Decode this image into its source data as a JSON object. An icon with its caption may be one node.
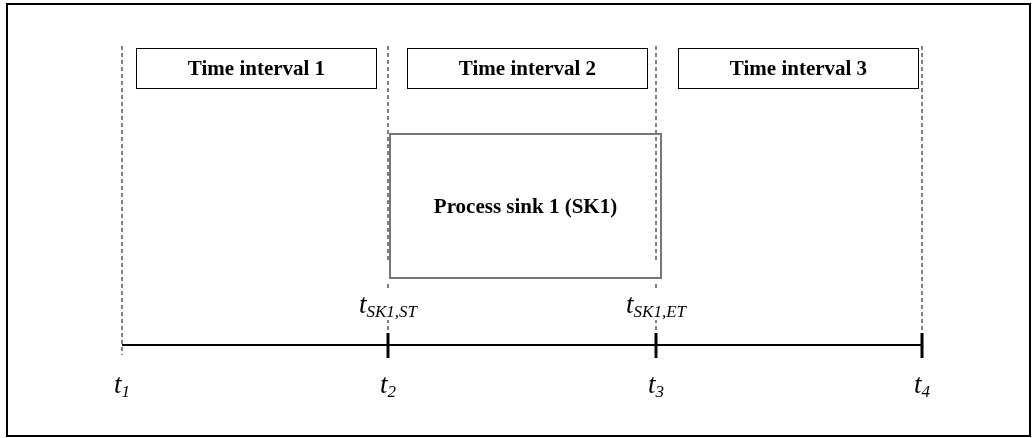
{
  "diagram": {
    "nodes": [
      {
        "text": [
          "Time interval 1"
        ]
      },
      {
        "text": [
          "Time interval 2"
        ]
      },
      {
        "text": [
          "Time interval 3"
        ]
      },
      {
        "text": [
          "Process sink 1 (SK1)"
        ]
      }
    ],
    "labels": [
      "t$_{SK1,ST}$",
      "t$_{SK1,ET}$",
      "t$_{1}$",
      "t$_{2}$",
      "t$_{3}$",
      "t$_{4}$"
    ]
  }
}
